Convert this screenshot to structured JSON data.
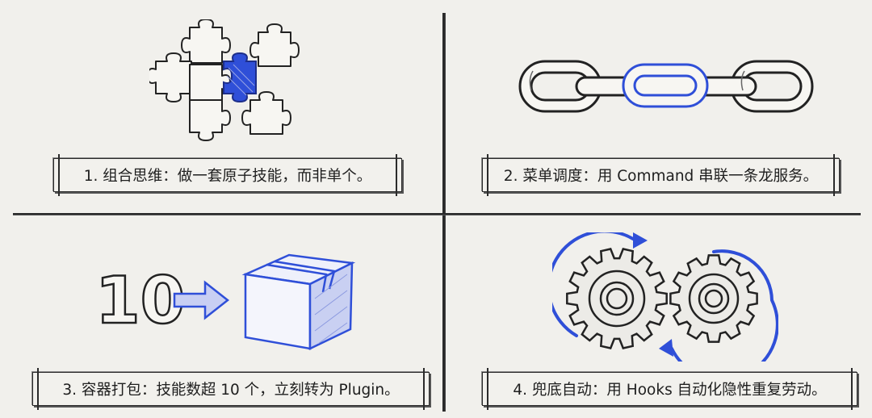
{
  "captions": {
    "c1": "1. 组合思维：做一套原子技能，而非单个。",
    "c2": "2. 菜单调度：用 Command 串联一条龙服务。",
    "c3": "3. 容器打包：技能数超 10 个，立刻转为 Plugin。",
    "c4": "4. 兜底自动：用 Hooks 自动化隐性重复劳动。"
  },
  "box_illustration": {
    "count_label": "10"
  },
  "colors": {
    "accent": "#2f4fd8",
    "ink": "#222222",
    "background": "#f1f0ec"
  },
  "icons": [
    "puzzle-icon",
    "chain-icon",
    "arrow-icon",
    "box-icon",
    "gears-icon"
  ]
}
